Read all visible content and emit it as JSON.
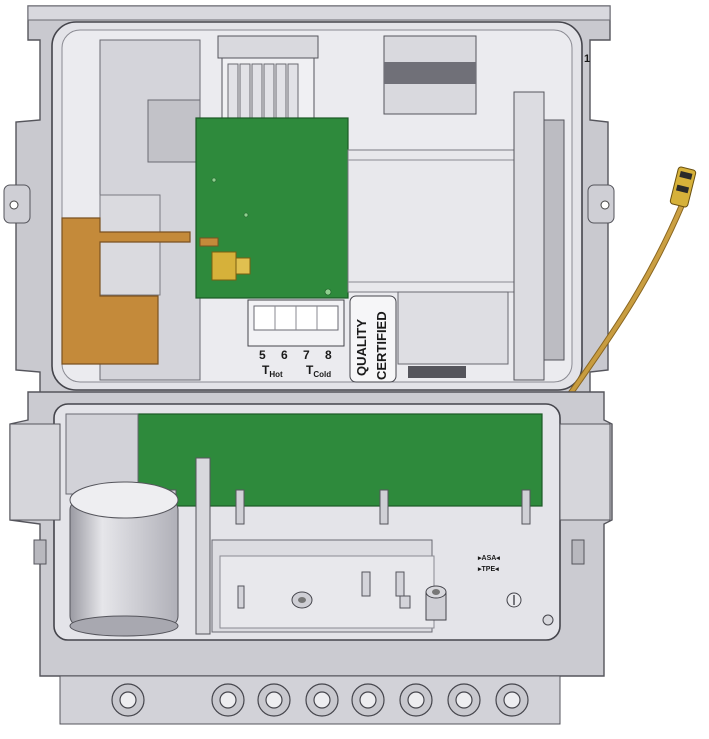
{
  "top_housing": {
    "corner_number": "1",
    "terminal_numbers": [
      "5",
      "6",
      "7",
      "8"
    ],
    "t_hot": {
      "main": "T",
      "sub": "Hot"
    },
    "t_cold": {
      "main": "T",
      "sub": "Cold"
    },
    "sticker_line_1": "QUALITY",
    "sticker_line_2": "CERTIFIED"
  },
  "bottom_housing": {
    "marking_1": "▸ASA◂",
    "marking_2": "▸TPE◂"
  },
  "colors": {
    "housing": "#cdcdd3",
    "housing_dark": "#a9a9b1",
    "pcb_green": "#2e8a3c",
    "copper": "#c48a3a",
    "cable": "#c9a24a"
  }
}
